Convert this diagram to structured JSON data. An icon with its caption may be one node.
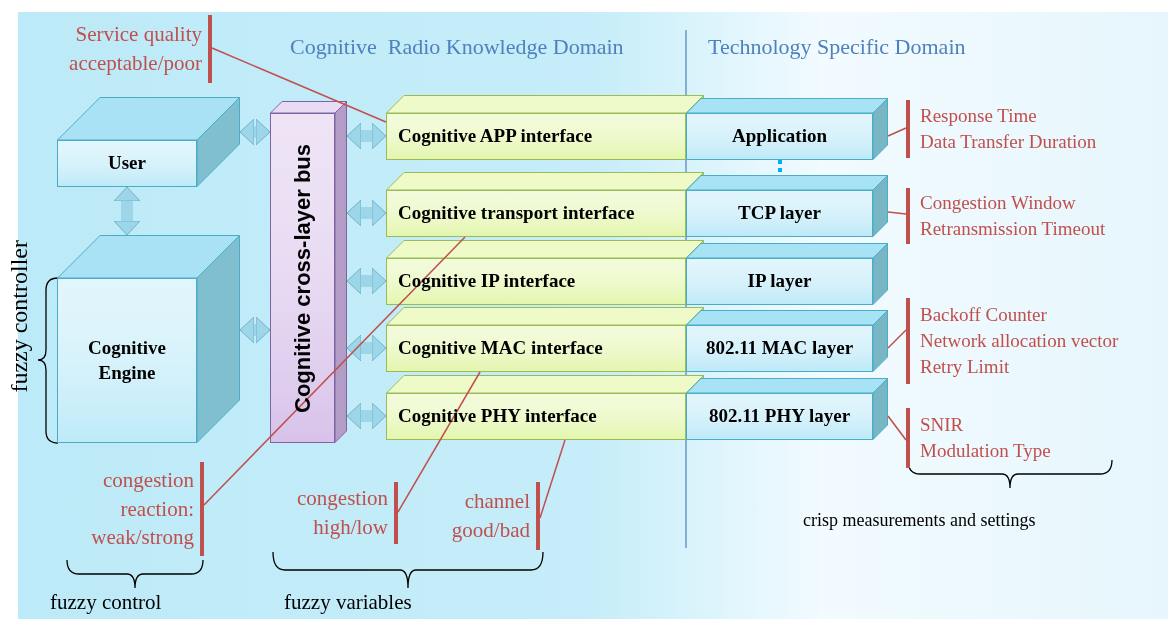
{
  "diagram": {
    "nodes": [
      {
        "text": [
          "User"
        ]
      },
      {
        "text": [
          "Cognitive Engine"
        ]
      },
      {
        "text": [
          "Cognitive cross-layer bus"
        ]
      },
      {
        "text": [
          "Cognitive APP  interface"
        ]
      },
      {
        "text": [
          "Cognitive transport interface"
        ]
      },
      {
        "text": [
          "Cognitive IP interface"
        ]
      },
      {
        "text": [
          "Cognitive MAC interface"
        ]
      },
      {
        "text": [
          "Cognitive PHY interface"
        ]
      },
      {
        "text": [
          "Application"
        ]
      },
      {
        "text": [
          "TCP layer"
        ]
      },
      {
        "text": [
          "IP layer"
        ]
      },
      {
        "text": [
          "802.11 MAC layer"
        ]
      },
      {
        "text": [
          "802.11 PHY layer"
        ]
      },
      {
        "text": [
          "Service quality acceptable/poor"
        ]
      },
      {
        "text": [
          "congestion reaction: weak/strong"
        ]
      },
      {
        "text": [
          "congestion high/low"
        ]
      },
      {
        "text": [
          "channel good/bad"
        ]
      },
      {
        "text": [
          "Response Time",
          "Data Transfer Duration"
        ]
      },
      {
        "text": [
          "Congestion Window",
          "Retransmission Timeout"
        ]
      },
      {
        "text": [
          "Backoff Counter",
          "Network allocation vector",
          "Retry Limit"
        ]
      },
      {
        "text": [
          "SNIR",
          "Modulation Type"
        ]
      }
    ],
    "edges": [
      {
        "from": 0,
        "to": 2,
        "arrow": "both",
        "style": "thick"
      },
      {
        "from": 0,
        "to": 1,
        "arrow": "both",
        "style": "thick"
      },
      {
        "from": 1,
        "to": 2,
        "arrow": "both",
        "style": "thick"
      },
      {
        "from": 2,
        "to": 3,
        "arrow": "both",
        "style": "thick"
      },
      {
        "from": 2,
        "to": 4,
        "arrow": "both",
        "style": "thick"
      },
      {
        "from": 2,
        "to": 5,
        "arrow": "both",
        "style": "thick"
      },
      {
        "from": 2,
        "to": 6,
        "arrow": "both",
        "style": "thick"
      },
      {
        "from": 2,
        "to": 7,
        "arrow": "both",
        "style": "thick"
      },
      {
        "from": 8,
        "to": 9,
        "arrow": "none",
        "style": "dashed",
        "color": "#00b0f0"
      },
      {
        "from": 13,
        "to": 3,
        "arrow": "none",
        "color": "#c0504d"
      },
      {
        "from": 14,
        "to": 4,
        "arrow": "none",
        "color": "#c0504d"
      },
      {
        "from": 15,
        "to": 6,
        "arrow": "none",
        "color": "#c0504d"
      },
      {
        "from": 16,
        "to": 7,
        "arrow": "none",
        "color": "#c0504d"
      },
      {
        "from": 17,
        "to": 8,
        "arrow": "none",
        "color": "#c0504d"
      },
      {
        "from": 18,
        "to": 9,
        "arrow": "none",
        "color": "#c0504d"
      },
      {
        "from": 19,
        "to": 11,
        "arrow": "none",
        "color": "#c0504d"
      },
      {
        "from": 20,
        "to": 12,
        "arrow": "none",
        "color": "#c0504d"
      }
    ],
    "labels": [
      "Cognitive  Radio Knowledge Domain",
      "Technology Specific Domain",
      "fuzzy controller",
      "fuzzy control",
      "fuzzy variables",
      "crisp measurements and settings"
    ]
  }
}
